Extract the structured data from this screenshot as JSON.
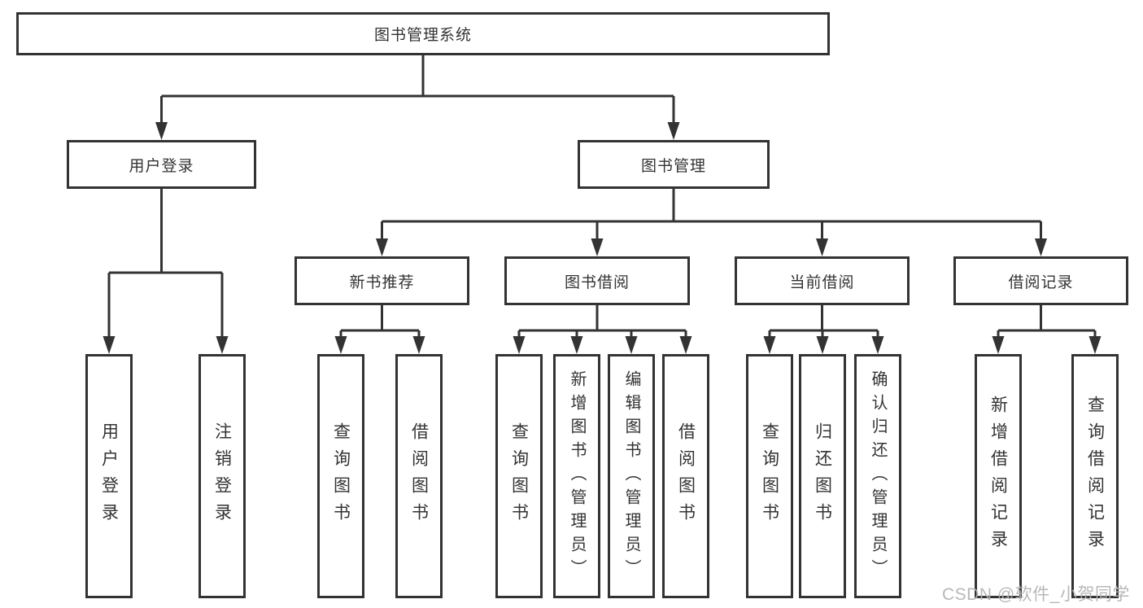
{
  "diagram": {
    "root": {
      "label": "图书管理系统"
    },
    "level2": {
      "user_login": {
        "label": "用户登录"
      },
      "book_management": {
        "label": "图书管理"
      }
    },
    "level3": {
      "new_book_recommend": {
        "label": "新书推荐"
      },
      "book_borrow": {
        "label": "图书借阅"
      },
      "current_borrow": {
        "label": "当前借阅"
      },
      "borrow_record": {
        "label": "借阅记录"
      }
    },
    "leaves": {
      "user_login_leaf": {
        "label": "用户登录"
      },
      "logout_leaf": {
        "label": "注销登录"
      },
      "recommend_query_books": {
        "label": "查询图书"
      },
      "recommend_borrow_books": {
        "label": "借阅图书"
      },
      "borrow_query_books": {
        "label": "查询图书"
      },
      "borrow_add_books": {
        "label": "新增图书（管理员）"
      },
      "borrow_edit_books": {
        "label": "编辑图书（管理员）"
      },
      "borrow_borrow_books": {
        "label": "借阅图书"
      },
      "current_query_books": {
        "label": "查询图书"
      },
      "current_return_books": {
        "label": "归还图书"
      },
      "current_confirm_return": {
        "label": "确认归还（管理员）"
      },
      "record_add": {
        "label": "新增借阅记录"
      },
      "record_query": {
        "label": "查询借阅记录"
      }
    },
    "watermark": "CSDN @软件_小贺同学",
    "colors": {
      "line": "#333333",
      "box_border": "#333333",
      "box_fill": "#ffffff",
      "text": "#333333",
      "watermark": "#b2b2b2"
    }
  }
}
